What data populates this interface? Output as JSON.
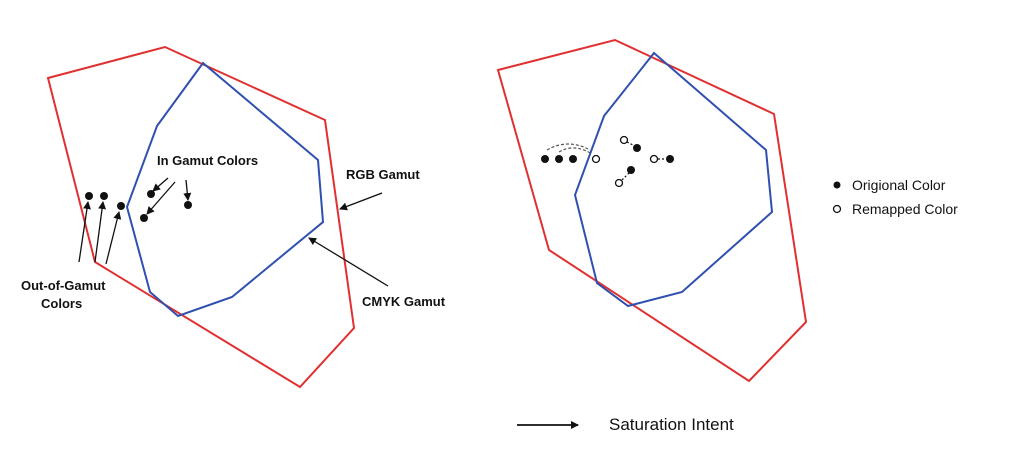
{
  "colors": {
    "rgb_gamut": "#e03030",
    "cmyk_gamut": "#3050b0",
    "point": "#111111"
  },
  "left_panel": {
    "in_gamut_label": "In Gamut Colors",
    "rgb_label": "RGB Gamut",
    "cmyk_label": "CMYK Gamut",
    "out_of_gamut_label_line1": "Out-of-Gamut",
    "out_of_gamut_label_line2": "Colors"
  },
  "legend": {
    "original": "Origional Color",
    "remapped": "Remapped Color"
  },
  "caption": {
    "text": "Saturation Intent"
  }
}
